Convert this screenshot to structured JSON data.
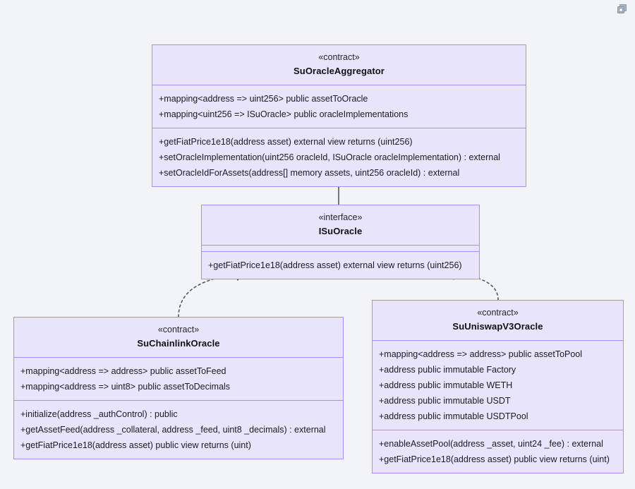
{
  "page": {
    "background_color": "#f2f4f8",
    "node_fill_color": "#e8e4fb",
    "node_border_color": "#a98df0",
    "edge_color": "#555560",
    "text_color": "#1b1b22"
  },
  "toolbar": {
    "copy_icon": "copy-icon",
    "copy_label": "Copy"
  },
  "nodes": [
    {
      "id": "SuOracleAggregator",
      "stereotype": "«contract»",
      "name": "SuOracleAggregator",
      "attributes": [
        "+mapping<address => uint256> public assetToOracle",
        "+mapping<uint256 => ISuOracle> public oracleImplementations"
      ],
      "methods": [
        "+getFiatPrice1e18(address asset) external view returns (uint256)",
        "+setOracleImplementation(uint256 oracleId, ISuOracle oracleImplementation) : external",
        "+setOracleIdForAssets(address[] memory assets, uint256 oracleId) : external"
      ]
    },
    {
      "id": "ISuOracle",
      "stereotype": "«interface»",
      "name": "ISuOracle",
      "attributes": [],
      "methods": [
        "+getFiatPrice1e18(address asset) external view returns (uint256)"
      ]
    },
    {
      "id": "SuChainlinkOracle",
      "stereotype": "«contract»",
      "name": "SuChainlinkOracle",
      "attributes": [
        "+mapping<address => address> public assetToFeed",
        "+mapping<address => uint8> public assetToDecimals"
      ],
      "methods": [
        "+initialize(address _authControl) : public",
        "+getAssetFeed(address _collateral, address _feed, uint8 _decimals) : external",
        "+getFiatPrice1e18(address asset) public view returns (uint)"
      ]
    },
    {
      "id": "SuUniswapV3Oracle",
      "stereotype": "«contract»",
      "name": "SuUniswapV3Oracle",
      "attributes": [
        "+mapping<address => address> public assetToPool",
        "+address public immutable Factory",
        "+address public immutable WETH",
        "+address public immutable USDT",
        "+address public immutable USDTPool"
      ],
      "methods": [
        "+enableAssetPool(address _asset, uint24 _fee) : external",
        "+getFiatPrice1e18(address asset) public view returns (uint)"
      ]
    }
  ],
  "edges": [
    {
      "id": "aggregation-aggregator-isuoracle",
      "from": "SuOracleAggregator",
      "to": "ISuOracle",
      "type": "aggregation",
      "marker": "hollow-diamond",
      "style": "solid"
    },
    {
      "id": "realization-chainlink-isuoracle",
      "from": "SuChainlinkOracle",
      "to": "ISuOracle",
      "type": "realization",
      "marker": "filled-arrow",
      "style": "dashed"
    },
    {
      "id": "realization-uniswap-isuoracle",
      "from": "SuUniswapV3Oracle",
      "to": "ISuOracle",
      "type": "realization",
      "marker": "filled-arrow",
      "style": "dashed"
    }
  ]
}
